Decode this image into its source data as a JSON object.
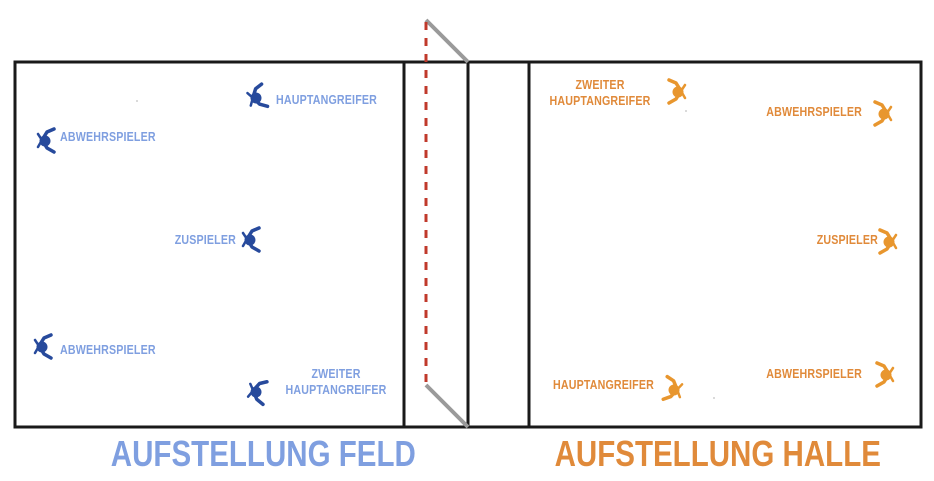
{
  "colors": {
    "blue_team": "#274a9c",
    "blue_label": "#7f9fe0",
    "orange_team": "#e8962e",
    "orange_label": "#e08a3a",
    "net_dashed": "#c0392b",
    "court_line": "#1a1a1a"
  },
  "left_court": {
    "title": "AUFSTELLUNG FELD",
    "players": {
      "hauptangreifer": "HAUPTANGREIFER",
      "abwehrspieler_top": "ABWEHRSPIELER",
      "zuspieler": "ZUSPIELER",
      "abwehrspieler_bottom": "ABWEHRSPIELER",
      "zweiter_hauptangreifer": [
        "ZWEITER",
        "HAUPTANGREIFER"
      ]
    }
  },
  "right_court": {
    "title": "AUFSTELLUNG HALLE",
    "players": {
      "zweiter_hauptangreifer": [
        "ZWEITER",
        "HAUPTANGREIFER"
      ],
      "abwehrspieler_top": "ABWEHRSPIELER",
      "zuspieler": "ZUSPIELER",
      "hauptangreifer": "HAUPTANGREIFER",
      "abwehrspieler_bottom": "ABWEHRSPIELER"
    }
  }
}
